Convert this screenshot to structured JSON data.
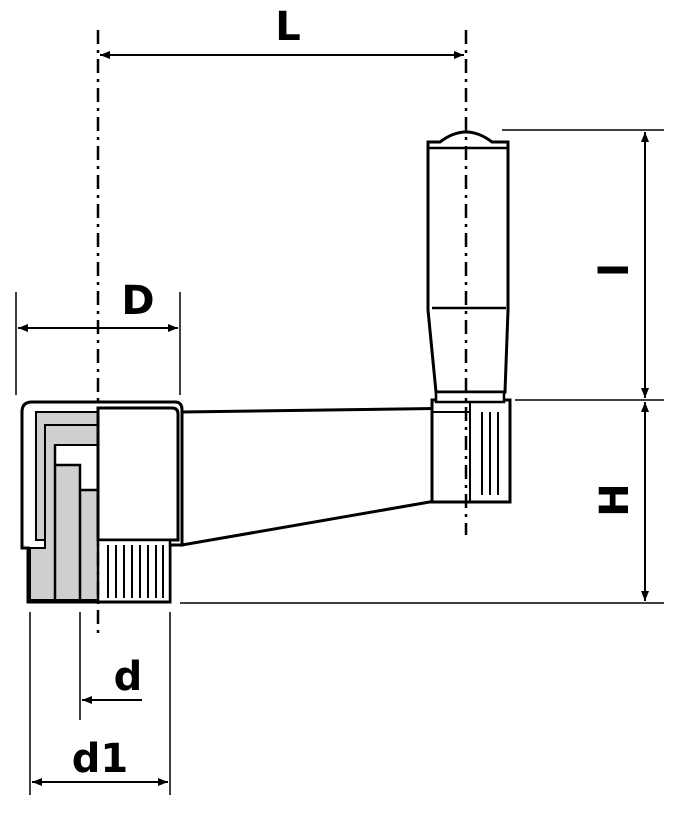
{
  "labels": {
    "L": "L",
    "D": "D",
    "l": "l",
    "H": "H",
    "d": "d",
    "d1": "d1"
  },
  "colors": {
    "line": "#000000",
    "section_fill": "#cfcfcf",
    "background": "#ffffff"
  }
}
